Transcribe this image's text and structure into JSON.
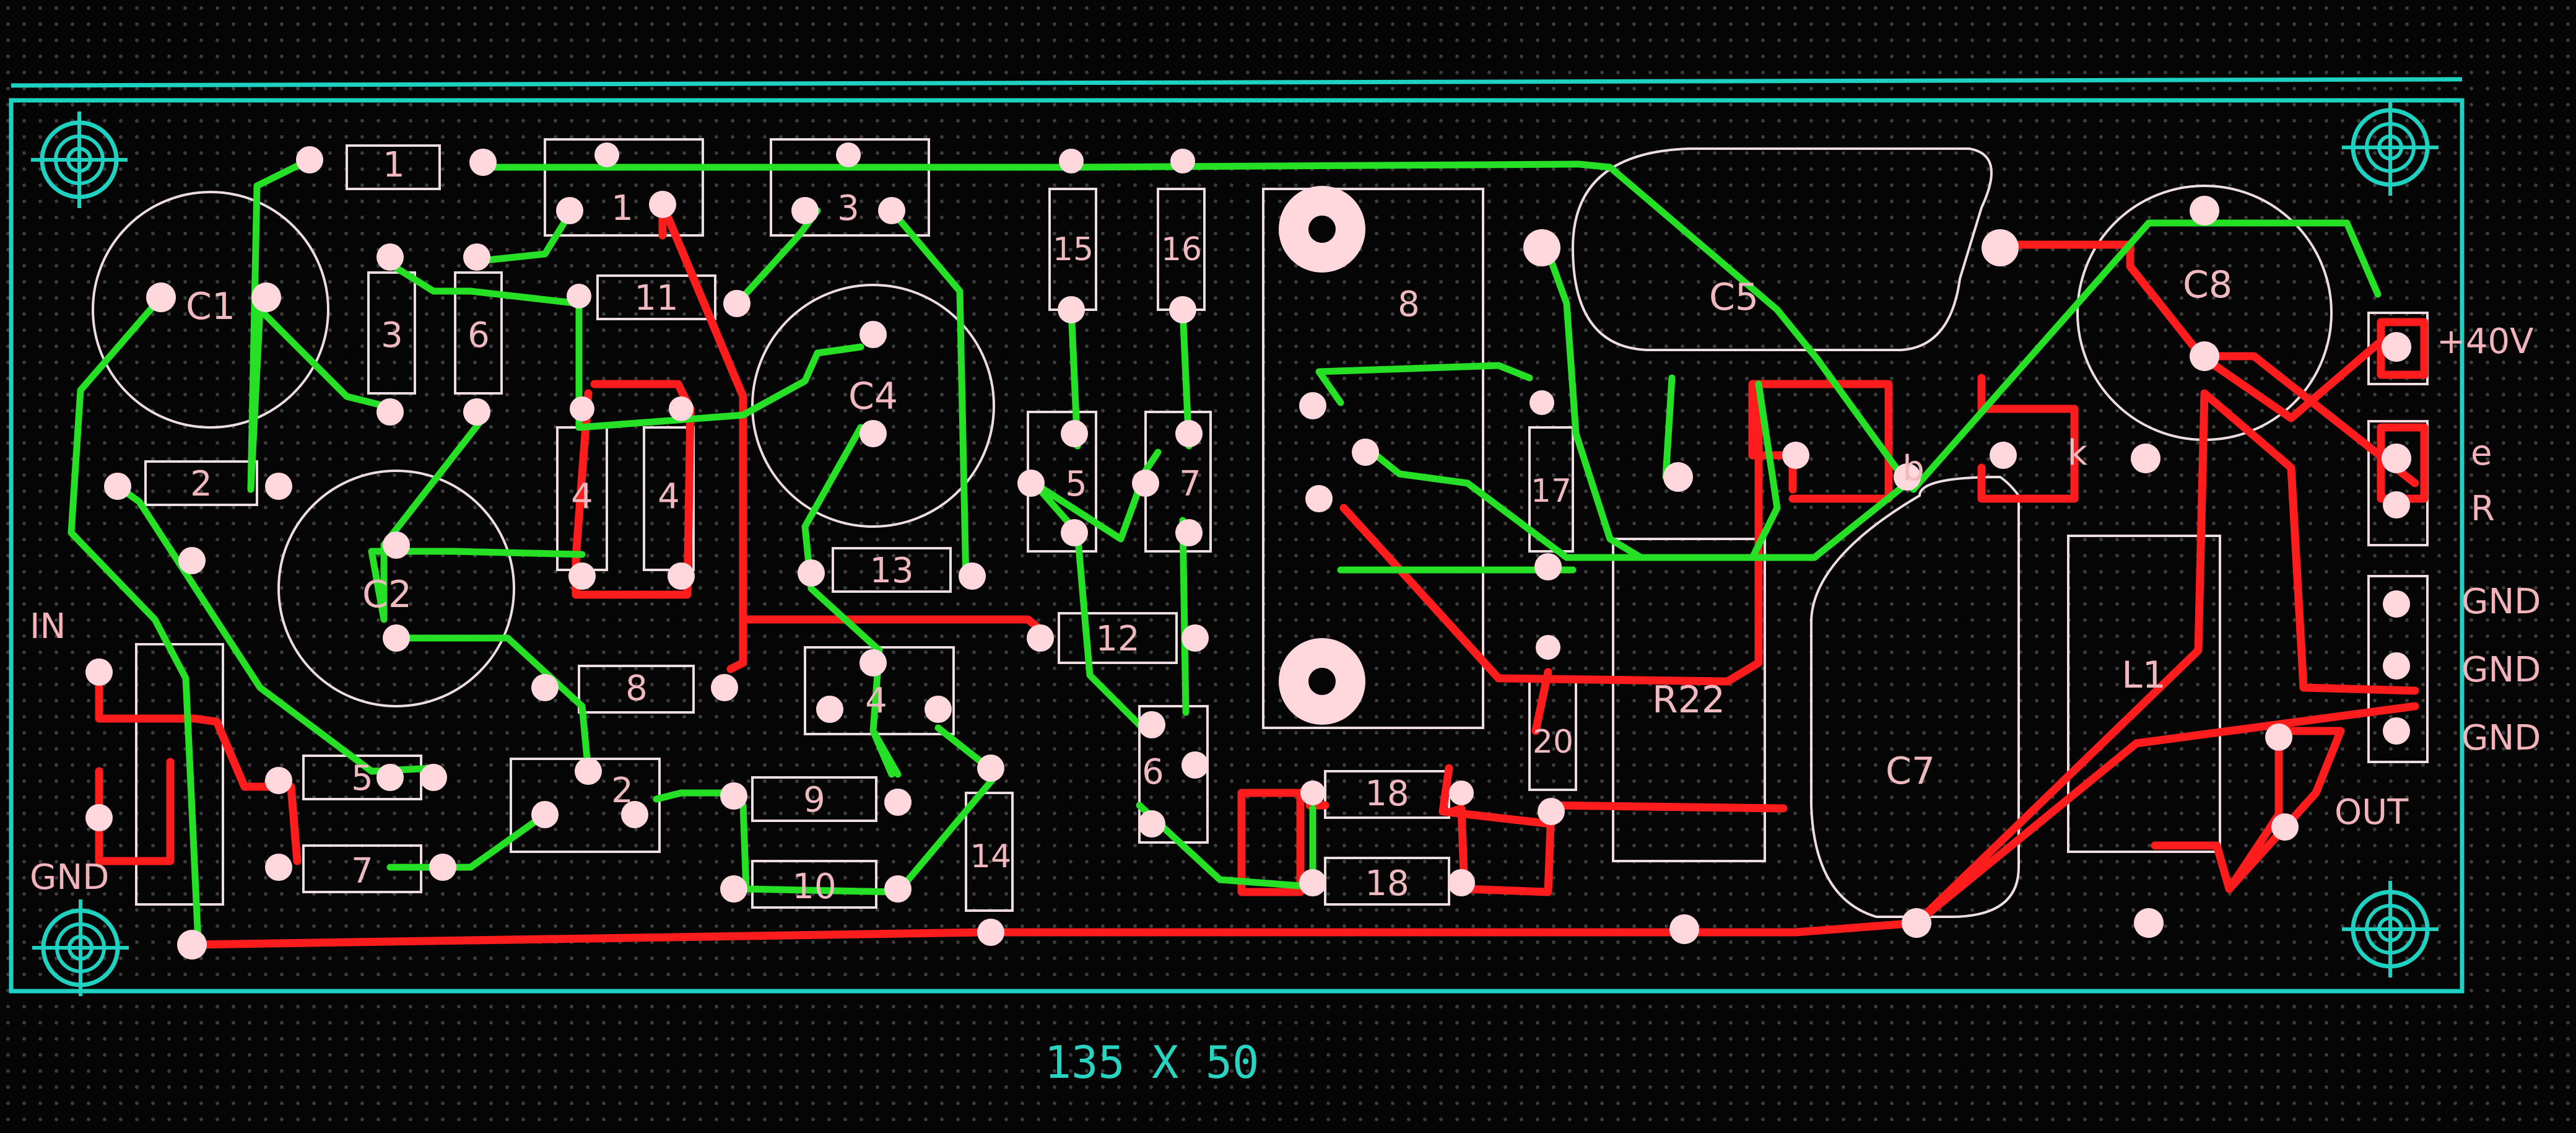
{
  "board": {
    "dimension_label": "135 X 50",
    "colors": {
      "background": "#050505",
      "grid_dots": "#3a3a3a",
      "outline": "#1fd1c1",
      "top_copper": "#ff1a1a",
      "bottom_copper": "#22e022",
      "silkscreen": "#f0b8bf",
      "pads": "#ffd6dc"
    }
  },
  "labels": {
    "r1": "1",
    "r2": "2",
    "r3": "3",
    "r4a": "4",
    "r4b": "4",
    "r5": "5",
    "r6": "6",
    "r7": "7",
    "r8": "8",
    "r9": "9",
    "r10": "10",
    "r11": "11",
    "r12": "12",
    "r13": "13",
    "r14": "14",
    "r15": "15",
    "r16": "16",
    "r17": "17",
    "r18a": "18",
    "r18b": "18",
    "r20": "20",
    "t1": "1",
    "t2": "2",
    "t3": "3",
    "t4": "4",
    "t5": "5",
    "t6": "6",
    "t7": "7",
    "t8": "8",
    "c1": "C1",
    "c2": "C2",
    "c4": "C4",
    "c5": "C5",
    "c7": "C7",
    "c8": "C8",
    "r22": "R22",
    "l1": "L1",
    "b": "b",
    "k": "k"
  },
  "connectors": {
    "in": "IN",
    "gnd_in": "GND",
    "plus40v": "+40V",
    "e": "e",
    "r": "R",
    "gnd1": "GND",
    "gnd2": "GND",
    "gnd3": "GND",
    "out": "OUT"
  }
}
